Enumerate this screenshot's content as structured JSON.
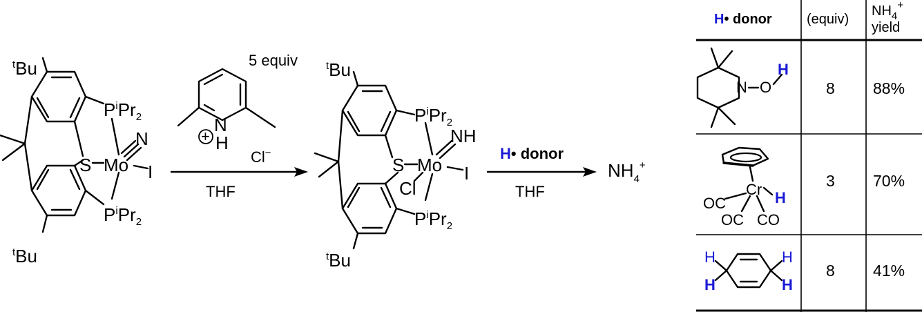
{
  "reagent": {
    "amount": "5 equiv",
    "counterion": "Cl",
    "charge_minus": "−",
    "nh_h": "H",
    "nh_n": "N",
    "plus_symbol": "+"
  },
  "step1": {
    "solvent": "THF"
  },
  "step2": {
    "reagent_h": "H",
    "reagent_rest": "• donor",
    "solvent": "THF"
  },
  "product": {
    "main": "NH",
    "sub4": "4",
    "sup": "+"
  },
  "start_complex": {
    "tbu_t": "t",
    "tbu": "Bu",
    "p": "P",
    "i": "i",
    "pr": "Pr",
    "two": "2",
    "s": "S",
    "mo": "Mo",
    "n": "N",
    "iodo": "I"
  },
  "mid_complex": {
    "nh": "NH",
    "cl": "Cl"
  },
  "table": {
    "header": {
      "donor_h": "H",
      "donor_rest": "• donor",
      "equiv": "(equiv)",
      "yield_top": "NH",
      "yield_sub": "4",
      "yield_sup": "+",
      "yield_bottom": "yield"
    },
    "rows": [
      {
        "equiv": "8",
        "yield": "88%",
        "labels": {
          "n": "N",
          "dash": "–",
          "o": "O",
          "h": "H"
        }
      },
      {
        "equiv": "3",
        "yield": "70%",
        "labels": {
          "cr": "Cr",
          "h": "H",
          "co1": "OC",
          "co2": "OC",
          "co3": "CO"
        }
      },
      {
        "equiv": "8",
        "yield": "41%",
        "labels": {
          "h1": "H",
          "h2": "H",
          "h3": "H",
          "h4": "H"
        }
      }
    ]
  }
}
